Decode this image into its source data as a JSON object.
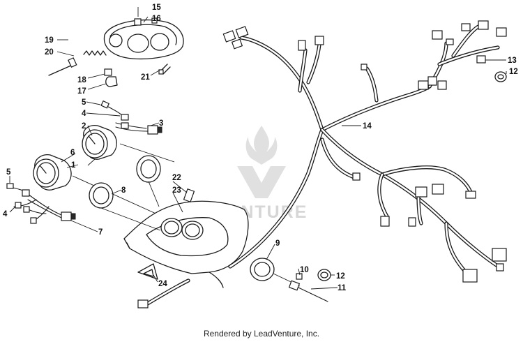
{
  "diagram": {
    "callouts": {
      "c1": "1",
      "c2": "2",
      "c3": "3",
      "c4a": "4",
      "c4b": "4",
      "c5a": "5",
      "c5b": "5",
      "c6": "6",
      "c7": "7",
      "c8": "8",
      "c9": "9",
      "c10": "10",
      "c11": "11",
      "c12a": "12",
      "c12b": "12",
      "c13": "13",
      "c14": "14",
      "c15": "15",
      "c16": "16",
      "c17": "17",
      "c18": "18",
      "c19": "19",
      "c20": "20",
      "c21": "21",
      "c22": "22",
      "c23": "23",
      "c24": "24"
    },
    "watermark_text": "VENTURE",
    "watermark_icon": "leadventure-flame-logo"
  },
  "footer": {
    "credit": "Rendered by LeadVenture, Inc."
  }
}
